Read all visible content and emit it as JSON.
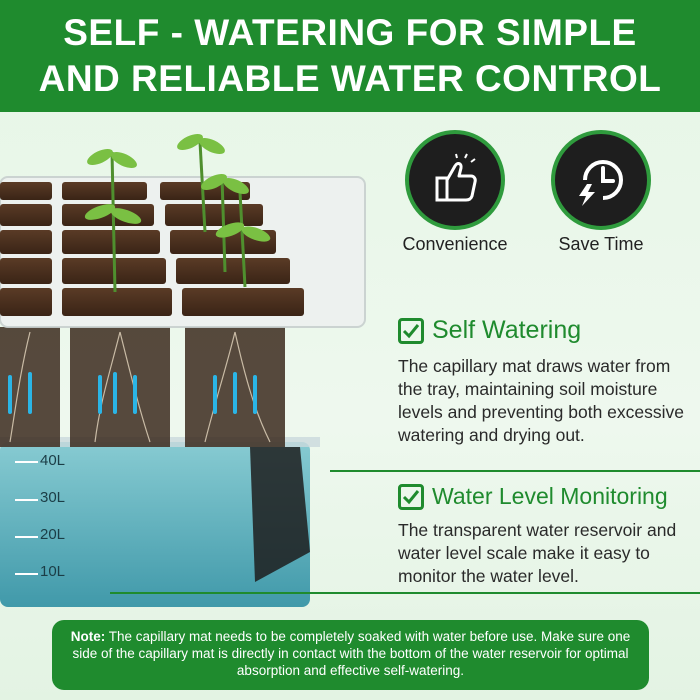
{
  "header": {
    "line1": "SELF - WATERING FOR SIMPLE",
    "line2": "AND RELIABLE WATER CONTROL"
  },
  "badges": [
    {
      "label": "Convenience",
      "icon": "thumbs-up-icon"
    },
    {
      "label": "Save Time",
      "icon": "clock-lightning-icon"
    }
  ],
  "features": [
    {
      "title": "Self Watering",
      "description": "The capillary mat draws water from the tray, maintaining soil moisture levels and preventing both excessive watering and drying out."
    },
    {
      "title": "Water Level Monitoring",
      "description": "The transparent water reservoir and water level scale make it easy to monitor the water level."
    }
  ],
  "scale": [
    "40L",
    "30L",
    "20L",
    "10L"
  ],
  "note": {
    "label": "Note:",
    "text": "The capillary mat needs to be completely soaked with water before use. Make sure one side of the capillary mat is directly in contact with the bottom of the water reservoir for optimal absorption and effective self-watering."
  },
  "colors": {
    "brand": "#1f8b2e",
    "water": "#3fa7b8",
    "badge": "#1e1e1e"
  }
}
